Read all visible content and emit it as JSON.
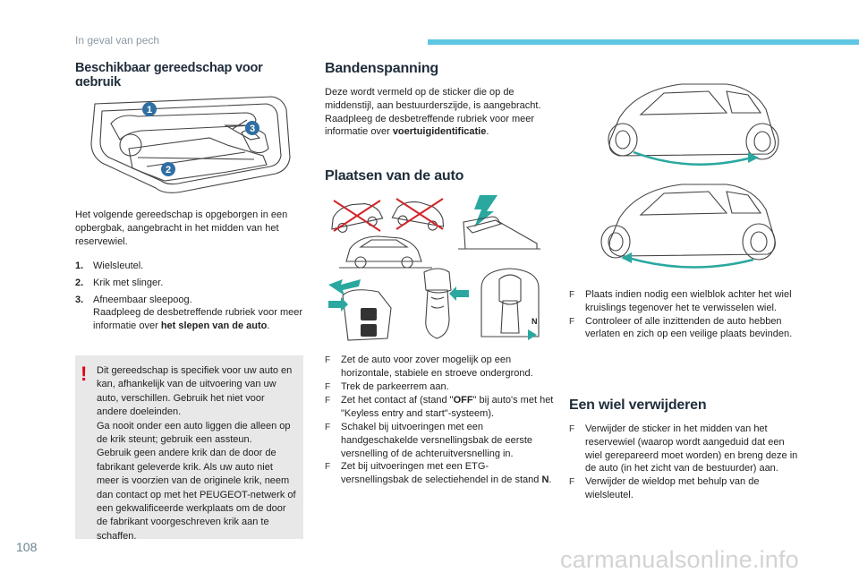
{
  "header": {
    "section": "In geval van pech",
    "accent_color": "#5fc6e3"
  },
  "page_number": "108",
  "watermark": "carmanualsonline.info",
  "tools": {
    "title": "Beschikbaar gereedschap voor gebruik",
    "callouts": [
      "1",
      "2",
      "3"
    ],
    "intro": "Het volgende gereedschap is opgeborgen in een opbergbak, aangebracht in het midden van het reservewiel.",
    "items": [
      {
        "num": "1.",
        "text": "Wielsleutel.",
        "link": ""
      },
      {
        "num": "2.",
        "text": "Krik met slinger.",
        "link": ""
      },
      {
        "num": "3.",
        "text": "Afneembaar sleepoog.",
        "sub": "Raadpleeg de desbetreffende rubriek voor meer informatie over ",
        "link": "het slepen van de auto",
        "after": "."
      }
    ],
    "warning_mark": "!",
    "warning": [
      "Dit gereedschap is specifiek voor uw auto en kan, afhankelijk van de uitvoering van uw auto, verschillen. Gebruik het niet voor andere doeleinden.",
      "Ga nooit onder een auto liggen die alleen op de krik steunt; gebruik een assteun.",
      "Gebruik geen andere krik dan de door de fabrikant geleverde krik. Als uw auto niet meer is voorzien van de originele krik, neem dan contact op met het PEUGEOT-netwerk of een gekwalificeerde werkplaats om de door de fabrikant voorgeschreven krik aan te schaffen."
    ]
  },
  "tyre_pressure": {
    "title": "Bandenspanning",
    "text": "Deze wordt vermeld op de sticker die op de middenstijl, aan bestuurderszijde, is aangebracht. Raadpleeg de desbetreffende rubriek voor meer informatie over ",
    "link": "voertuigidentificatie",
    "after": "."
  },
  "positioning": {
    "title": "Plaatsen van de auto",
    "gear_label": "N",
    "bullets": [
      {
        "pre": "Zet de auto voor zover mogelijk op een horizontale, stabiele en stroeve ondergrond.",
        "bold": "",
        "post": ""
      },
      {
        "pre": "Trek de parkeerrem aan.",
        "bold": "",
        "post": ""
      },
      {
        "pre": "Zet het contact af (stand \"",
        "bold": "OFF",
        "post": "\" bij auto's met het \"Keyless entry and start\"-systeem)."
      },
      {
        "pre": "Schakel bij uitvoeringen met een handgeschakelde versnellingsbak de eerste versnelling of de achteruitversnelling in.",
        "bold": "",
        "post": ""
      },
      {
        "pre": "Zet bij uitvoeringen met een ETG-versnellingsbak de selectiehendel in de stand ",
        "bold": "N",
        "post": "."
      }
    ]
  },
  "wheel_block": {
    "bullets": [
      "Plaats indien nodig een wielblok achter het wiel kruislings tegenover het te verwisselen wiel.",
      "Controleer of alle inzittenden de auto hebben verlaten en zich op een veilige plaats bevinden."
    ]
  },
  "remove_wheel": {
    "title": "Een wiel verwijderen",
    "bullets": [
      "Verwijder de sticker in het midden van het reservewiel (waarop wordt aangeduid dat een wiel gerepareerd moet worden) en breng deze in de auto (in het zicht van de bestuurder) aan.",
      "Verwijder de wieldop met behulp van de wielsleutel."
    ]
  },
  "bullet_glyph": "F",
  "colors": {
    "callout": "#2f6fa3",
    "arrow": "#2aa8a0",
    "warning_bg": "#e8e8e8",
    "warning_mark": "#e2001a",
    "cross": "#d2232a"
  }
}
